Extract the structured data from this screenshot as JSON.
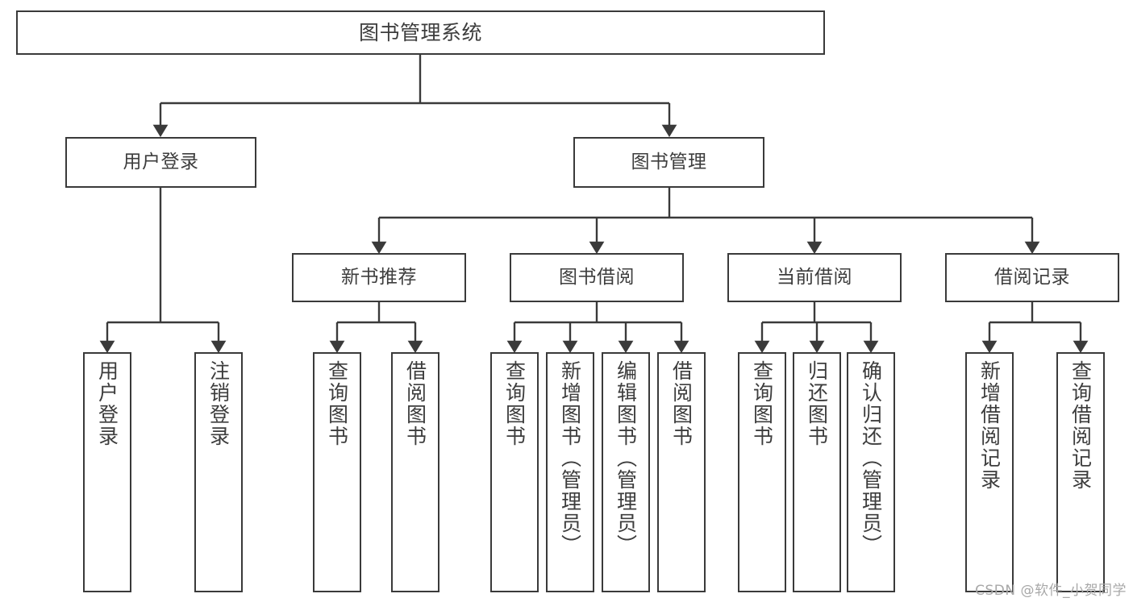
{
  "diagram": {
    "title": "图书管理系统",
    "watermark": "CSDN @软件_小贺同学",
    "colors": {
      "stroke": "#3a3a3a",
      "text": "#3d3d3d",
      "background": "#ffffff",
      "watermark": "#a8a8a8"
    },
    "nodes": {
      "root": {
        "label": "图书管理系统"
      },
      "level2": [
        {
          "label": "用户登录"
        },
        {
          "label": "图书管理"
        }
      ],
      "level3": [
        {
          "label": "新书推荐"
        },
        {
          "label": "图书借阅"
        },
        {
          "label": "当前借阅"
        },
        {
          "label": "借阅记录"
        }
      ],
      "leaves": {
        "user_login": [
          {
            "label": "用户登录"
          },
          {
            "label": "注销登录"
          }
        ],
        "new_book_recommend": [
          {
            "label": "查询图书"
          },
          {
            "label": "借阅图书"
          }
        ],
        "book_borrow": [
          {
            "label": "查询图书"
          },
          {
            "label": "新增图书（管理员）"
          },
          {
            "label": "编辑图书（管理员）"
          },
          {
            "label": "借阅图书"
          }
        ],
        "current_borrow": [
          {
            "label": "查询图书"
          },
          {
            "label": "归还图书"
          },
          {
            "label": "确认归还（管理员）"
          }
        ],
        "borrow_record": [
          {
            "label": "新增借阅记录"
          },
          {
            "label": "查询借阅记录"
          }
        ]
      }
    }
  }
}
